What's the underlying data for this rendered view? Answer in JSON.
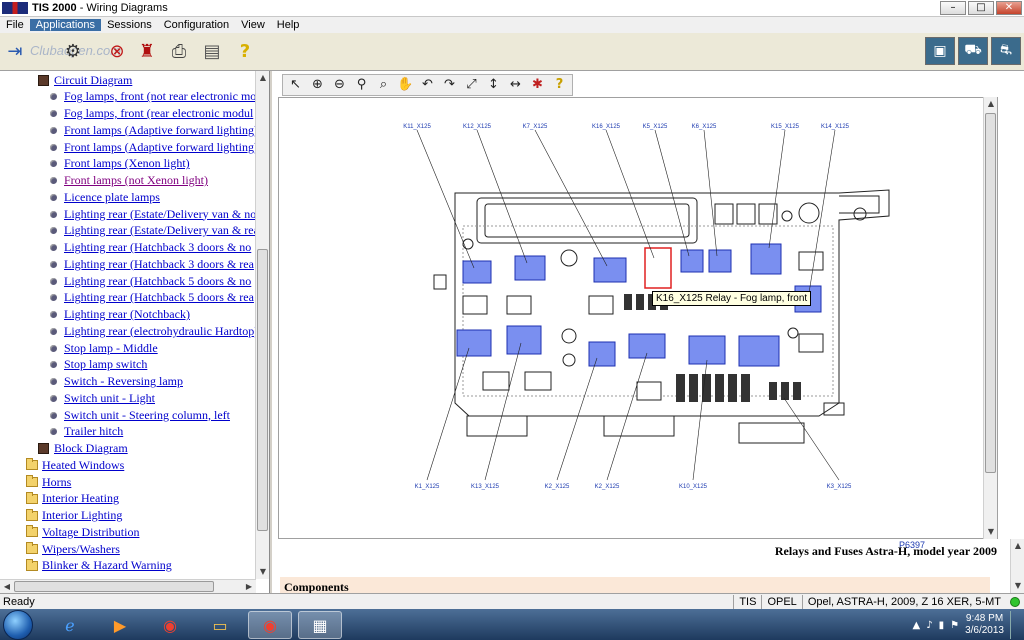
{
  "window": {
    "app_name": "TIS 2000",
    "title_rest": " - Wiring Diagrams",
    "minimize": "–",
    "maximize": "□",
    "close": "✕"
  },
  "menu": [
    "File",
    "Applications",
    "Sessions",
    "Configuration",
    "View",
    "Help"
  ],
  "toolbar": {
    "watermark": "Clubaopen.com",
    "icons": [
      "exit-icon",
      "vehicle-select-icon",
      "cancel-icon",
      "user-icon",
      "print-icon",
      "manual-icon",
      "help-icon"
    ],
    "right_icons": [
      "pc-icon",
      "car-icon",
      "service-car-icon"
    ]
  },
  "tree": {
    "items": [
      {
        "label": "Circuit Diagram",
        "icon": "book-icon",
        "indent": 1
      },
      {
        "label": "Fog lamps, front (not rear electronic mo",
        "icon": "bullet",
        "indent": 2
      },
      {
        "label": "Fog lamps, front (rear electronic modul",
        "icon": "bullet",
        "indent": 2
      },
      {
        "label": "Front lamps (Adaptive forward lighting)",
        "icon": "bullet",
        "indent": 2
      },
      {
        "label": "Front lamps (Adaptive forward lighting)",
        "icon": "bullet",
        "indent": 2
      },
      {
        "label": "Front lamps (Xenon light)",
        "icon": "bullet",
        "indent": 2
      },
      {
        "label": "Front lamps (not Xenon light)",
        "icon": "bullet",
        "indent": 2,
        "visited": true
      },
      {
        "label": "Licence plate lamps",
        "icon": "bullet",
        "indent": 2
      },
      {
        "label": "Lighting rear (Estate/Delivery van & no",
        "icon": "bullet",
        "indent": 2
      },
      {
        "label": "Lighting rear (Estate/Delivery van & rea",
        "icon": "bullet",
        "indent": 2
      },
      {
        "label": "Lighting rear (Hatchback 3 doors & no",
        "icon": "bullet",
        "indent": 2
      },
      {
        "label": "Lighting rear (Hatchback 3 doors & rea",
        "icon": "bullet",
        "indent": 2
      },
      {
        "label": "Lighting rear (Hatchback 5 doors & no",
        "icon": "bullet",
        "indent": 2
      },
      {
        "label": "Lighting rear (Hatchback 5 doors & rea",
        "icon": "bullet",
        "indent": 2
      },
      {
        "label": "Lighting rear (Notchback)",
        "icon": "bullet",
        "indent": 2
      },
      {
        "label": "Lighting rear (electrohydraulic Hardtop)",
        "icon": "bullet",
        "indent": 2
      },
      {
        "label": "Stop lamp - Middle",
        "icon": "bullet",
        "indent": 2
      },
      {
        "label": "Stop lamp switch",
        "icon": "bullet",
        "indent": 2
      },
      {
        "label": "Switch - Reversing lamp",
        "icon": "bullet",
        "indent": 2
      },
      {
        "label": "Switch unit - Light",
        "icon": "bullet",
        "indent": 2
      },
      {
        "label": "Switch unit - Steering column, left",
        "icon": "bullet",
        "indent": 2
      },
      {
        "label": "Trailer hitch",
        "icon": "bullet",
        "indent": 2
      },
      {
        "label": "Block Diagram",
        "icon": "book-icon",
        "indent": 1
      },
      {
        "label": "Heated Windows",
        "icon": "folder-icon",
        "indent": 0
      },
      {
        "label": "Horns",
        "icon": "folder-icon",
        "indent": 0
      },
      {
        "label": "Interior Heating",
        "icon": "folder-icon",
        "indent": 0
      },
      {
        "label": "Interior Lighting",
        "icon": "folder-icon",
        "indent": 0
      },
      {
        "label": "Voltage Distribution",
        "icon": "folder-icon",
        "indent": 0
      },
      {
        "label": "Wipers/Washers",
        "icon": "folder-icon",
        "indent": 0
      },
      {
        "label": "Blinker & Hazard Warning",
        "icon": "folder-icon",
        "indent": 0
      }
    ]
  },
  "viewer": {
    "tools": [
      "select-arrow-icon",
      "zoom-in-icon",
      "zoom-out-icon",
      "zoom-icon",
      "zoom-area-icon",
      "pan-hand-icon",
      "rotate-left-icon",
      "rotate-right-icon",
      "fit-page-icon",
      "fit-height-icon",
      "fit-width-icon",
      "highlight-icon",
      "help-icon"
    ],
    "callouts_top": [
      "K11_X125",
      "K12_X125",
      "K7_X125",
      "K16_X125",
      "K5_X125",
      "K6_X125",
      "K15_X125",
      "K14_X125"
    ],
    "callouts_bottom": [
      "K1_X125",
      "K13_X125",
      "K2_X125",
      "K2_X125",
      "K10_X125",
      "K3_X125"
    ],
    "tooltip": "K16_X125 Relay - Fog lamp, front",
    "figure_id": "P6397",
    "doc_title": "Relays and Fuses Astra-H, model year 2009",
    "section": "Components"
  },
  "status": {
    "left": "Ready",
    "app": "TIS",
    "brand": "OPEL",
    "vehicle": "Opel, ASTRA-H, 2009, Z 16 XER, 5-MT"
  },
  "taskbar": {
    "time": "9:48 PM",
    "date": "3/6/2013"
  },
  "colors": {
    "link": "#0000cc",
    "visited": "#800080",
    "relay_blue": "#2a2ad0",
    "highlight_red": "#e02020"
  }
}
